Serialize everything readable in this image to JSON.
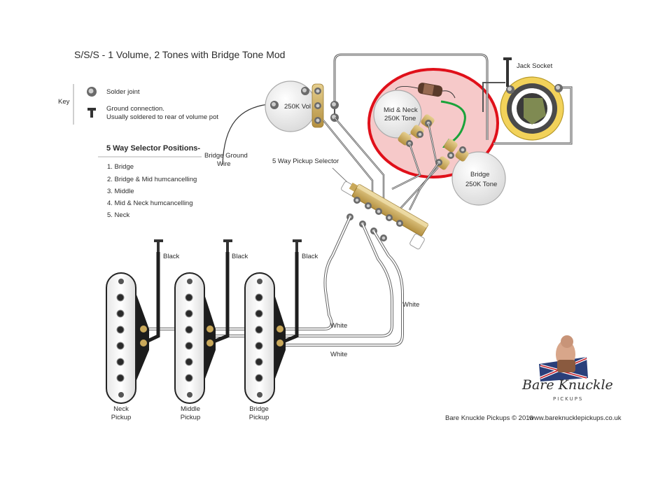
{
  "title": "S/S/S - 1 Volume, 2 Tones with Bridge Tone Mod",
  "key": {
    "label": "Key",
    "solder_joint": "Solder joint",
    "ground_line1": "Ground connection.",
    "ground_line2": "Usually soldered to rear of volume pot"
  },
  "selector_positions": {
    "heading": "5 Way Selector Positions-",
    "items": [
      "1. Bridge",
      "2. Bridge & Mid humcancelling",
      "3. Middle",
      "4. Mid & Neck humcancelling",
      "5. Neck"
    ]
  },
  "labels": {
    "bridge_ground_line1": "Bridge Ground",
    "bridge_ground_line2": "Wire",
    "volume_pot": "250K Vol",
    "mid_neck_line1": "Mid & Neck",
    "mid_neck_line2": "250K Tone",
    "bridge_tone_line1": "Bridge",
    "bridge_tone_line2": "250K Tone",
    "jack_socket": "Jack Socket",
    "selector": "5 Way Pickup Selector",
    "black": "Black",
    "white": "White",
    "neck_line1": "Neck",
    "neck_line2": "Pickup",
    "middle_line1": "Middle",
    "middle_line2": "Pickup",
    "bridge_line1": "Bridge",
    "bridge_line2": "Pickup"
  },
  "brand": {
    "name": "Bare Knuckle",
    "sub": "PICKUPS",
    "copyright": "Bare Knuckle Pickups © 2010",
    "url": "www.bareknucklepickups.co.uk"
  },
  "colors": {
    "highlight_fill": "#f6c9c9",
    "highlight_ring": "#e0101a",
    "arrow": "#1aa33a",
    "brass": "#c9a85a",
    "wire": "#555555",
    "pickup_cover": "#ffffff"
  },
  "icons": [
    "solder-joint-icon",
    "ground-icon",
    "capacitor-icon",
    "arrow-icon",
    "logo-emblem-icon"
  ]
}
